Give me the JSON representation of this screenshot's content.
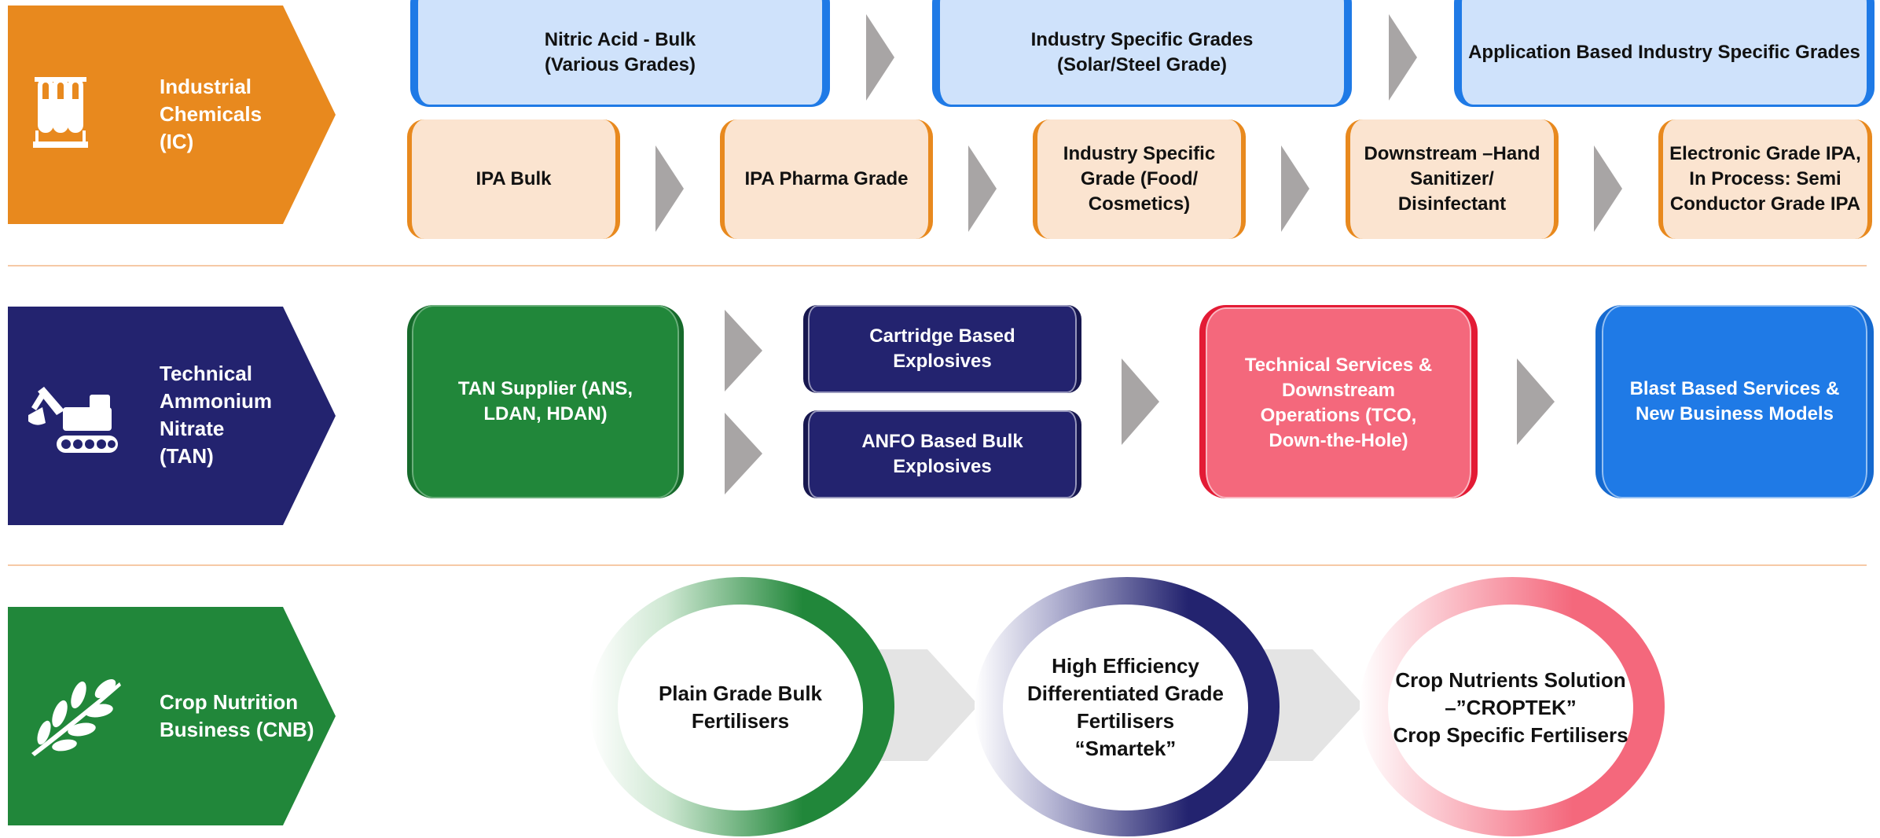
{
  "rows": {
    "ic": {
      "title": "Industrial\nChemicals\n(IC)",
      "color": "#e8891e",
      "icon": "test-tubes-icon",
      "top_row": [
        "Nitric Acid -  Bulk\n(Various Grades)",
        "Industry Specific Grades\n(Solar/Steel Grade)",
        "Application Based Industry Specific Grades"
      ],
      "bottom_row": [
        "IPA Bulk",
        "IPA Pharma Grade",
        "Industry Specific\nGrade (Food/\nCosmetics)",
        "Downstream –Hand\nSanitizer/\nDisinfectant",
        "Electronic Grade IPA,\nIn Process: Semi\nConductor Grade IPA"
      ]
    },
    "tan": {
      "title": "Technical\nAmmonium\nNitrate\n(TAN)",
      "color": "#23236f",
      "icon": "excavator-icon",
      "supplier": "TAN Supplier (ANS,\nLDAN, HDAN)",
      "cartridge": "Cartridge Based\nExplosives",
      "anfo": "ANFO Based Bulk\nExplosives",
      "services": "Technical Services &\nDownstream\nOperations (TCO,\nDown-the-Hole)",
      "blast": "Blast Based Services &\nNew Business Models"
    },
    "cnb": {
      "title": "Crop Nutrition\nBusiness (CNB)",
      "color": "#21873a",
      "icon": "wheat-sprig-icon",
      "circles": [
        "Plain Grade Bulk\nFertilisers",
        "High Efficiency\nDifferentiated Grade\nFertilisers\n“Smartek”",
        "Crop Nutrients Solution\n–”CROPTEK”\nCrop Specific Fertilisers"
      ]
    }
  },
  "colors": {
    "ic_orange": "#e8891e",
    "tan_navy": "#23236f",
    "cnb_green": "#21873a",
    "blue": "#1f7ae6",
    "pink": "#f4687c",
    "arrow_gray": "#a8a5a5"
  }
}
